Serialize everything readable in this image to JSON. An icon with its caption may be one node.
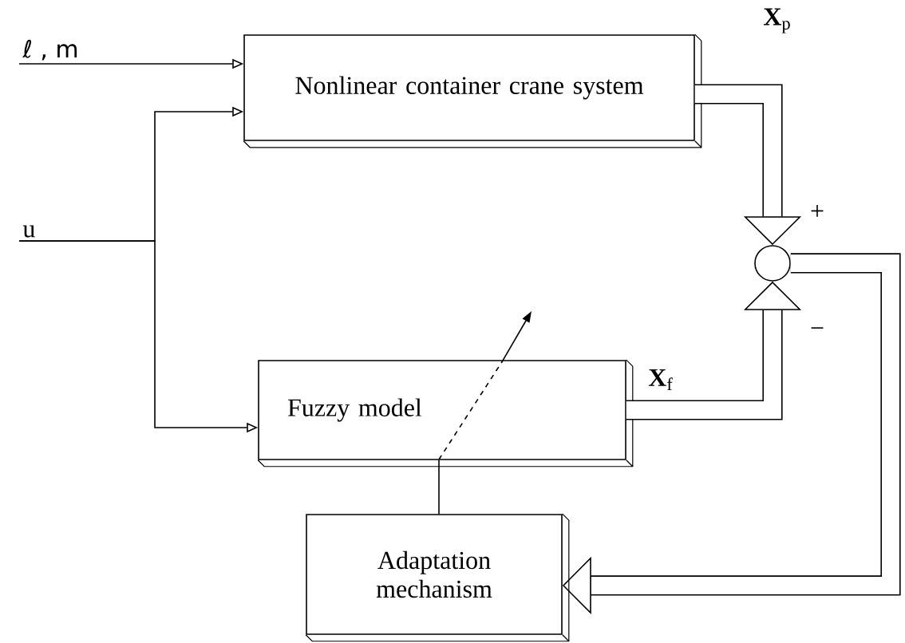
{
  "diagram": {
    "nodes": [
      {
        "text": [
          "Nonlinear container crane system"
        ]
      },
      {
        "text": [
          "Fuzzy model"
        ]
      },
      {
        "text": [
          "Adaptation mechanism"
        ]
      },
      {
        "text": [],
        "shape": "circle"
      },
      {
        "text": [
          "ℓ , m"
        ]
      },
      {
        "text": [
          "u"
        ]
      }
    ],
    "edges": [
      {
        "from": 4,
        "to": 0,
        "arrow": "to"
      },
      {
        "from": 5,
        "to": 0,
        "arrow": "to"
      },
      {
        "from": 5,
        "to": 1,
        "arrow": "to"
      },
      {
        "from": 0,
        "to": 3,
        "arrow": "to",
        "label": "**X**$_{p}$",
        "style": "thick"
      },
      {
        "from": 1,
        "to": 3,
        "arrow": "to",
        "label": "**X**$_{f}$",
        "style": "thick"
      },
      {
        "from": 3,
        "to": 2,
        "arrow": "to",
        "style": "thick"
      },
      {
        "from": 2,
        "to": 1,
        "arrow": "none"
      }
    ],
    "labels": [
      "+",
      "−"
    ]
  }
}
